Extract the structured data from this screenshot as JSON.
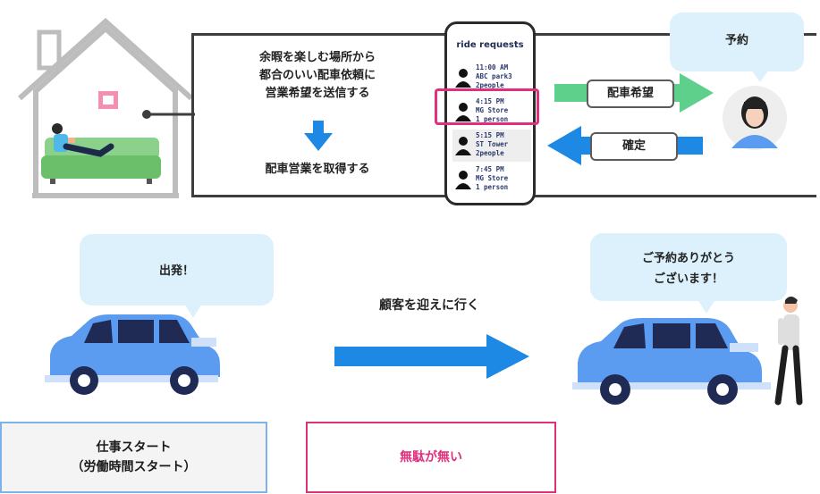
{
  "top": {
    "home_message_lines": [
      "余暇を楽しむ場所から",
      "都合のいい配車依頼に",
      "営業希望を送信する"
    ],
    "home_result": "配車営業を取得する",
    "arrow_request_label": "配車希望",
    "arrow_confirm_label": "確定",
    "customer_bubble": "予約",
    "phone": {
      "title": "ride requests",
      "requests": [
        {
          "time": "11:00 AM",
          "place": "ABC park3",
          "people": "2people"
        },
        {
          "time": "4:15 PM",
          "place": "MG Store",
          "people": "1 person"
        },
        {
          "time": "5:15 PM",
          "place": "ST Tower",
          "people": "2people"
        },
        {
          "time": "7:45 PM",
          "place": "MG Store",
          "people": "1 person"
        }
      ]
    }
  },
  "bottom": {
    "depart_bubble": "出発！",
    "pickup_caption": "顧客を迎えに行く",
    "greeting_lines": [
      "ご予約ありがとう",
      "ございます！"
    ],
    "work_start_lines": [
      "仕事スタート",
      "（労働時間スタート）"
    ],
    "no_waste_label": "無駄が無い"
  },
  "colors": {
    "accent_pink": "#e0307d",
    "accent_blue": "#1e88e5",
    "green_arrow": "#5fcf8c",
    "bubble_bg": "#dcf1fb",
    "car_blue": "#5b9bf0"
  }
}
